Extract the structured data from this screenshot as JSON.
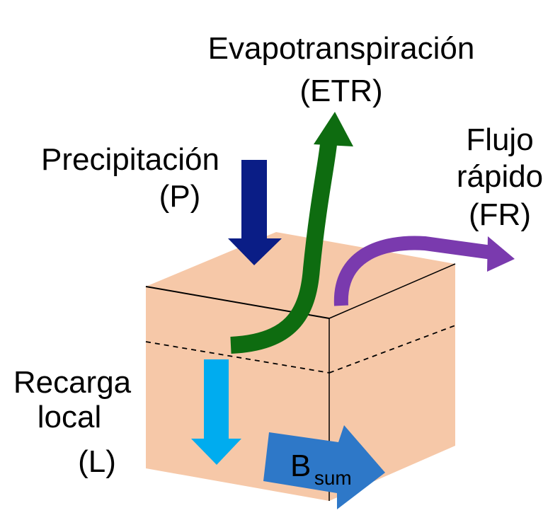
{
  "labels": {
    "etr_line1": "Evapotranspiración",
    "etr_line2": "(ETR)",
    "p_line1": "Precipitación",
    "p_line2": "(P)",
    "fr_line1": "Flujo",
    "fr_line2": "rápido",
    "fr_line3": "(FR)",
    "l_line1": "Recarga",
    "l_line2": "local",
    "l_line3": "(L)",
    "bsum_main": "B",
    "bsum_sub": "sum"
  },
  "colors": {
    "box_fill": "#F6C8A8",
    "box_edge": "#000000",
    "precipitation_arrow": "#0A1D86",
    "evapotranspiration_arrow": "#0E6C10",
    "rapid_flow_arrow": "#7A3AAE",
    "local_recharge_arrow": "#00ACEF",
    "subsurface_flow_arrow": "#2E78C8"
  }
}
